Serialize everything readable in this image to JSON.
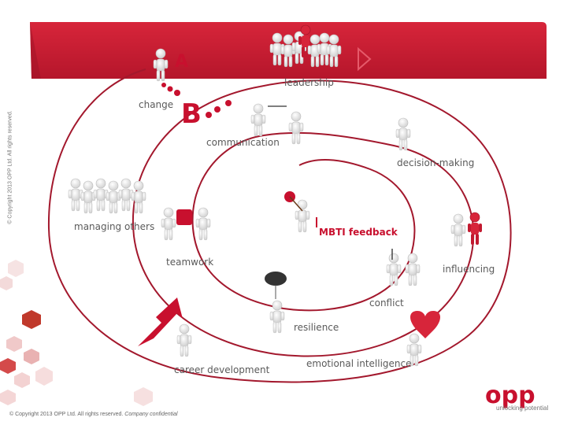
{
  "copyright_vertical": "© Copyright 2013 OPP Ltd. All rights reserved.",
  "footer": {
    "copyright": "© Copyright 2013 OPP Ltd. All rights reserved.",
    "confidential": "Company confidential"
  },
  "logo": {
    "name": "opp",
    "tagline": "unlocking potential"
  },
  "banner_letters": {
    "a": "A",
    "b": "B"
  },
  "labels": {
    "leadership": "leadership",
    "change": "change",
    "communication": "communication",
    "decision_making": "decision-making",
    "managing_others": "managing others",
    "mbti_feedback": "MBTI feedback",
    "teamwork": "teamwork",
    "influencing": "influencing",
    "conflict": "conflict",
    "resilience": "resilience",
    "career_development": "career development",
    "emotional_intelligence": "emotional intelligence"
  },
  "colors": {
    "accent_red": "#c8102e",
    "spiral_red": "#a3182d",
    "hex_light": "#f4dede",
    "hex_dark": "#c0392b",
    "figure_white": "#f2f2f2"
  }
}
